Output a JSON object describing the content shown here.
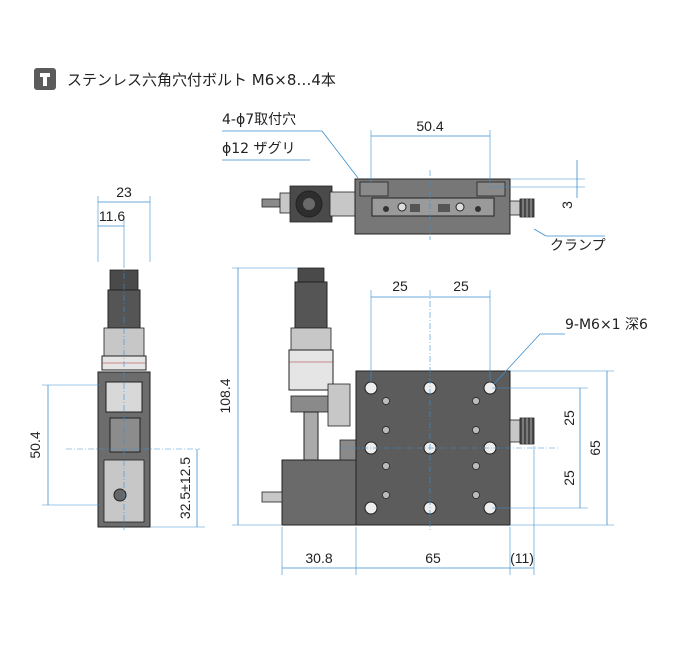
{
  "header": {
    "icon": "hex-bolt-icon",
    "note": "ステンレス六角穴付ボルト M6×8…4本"
  },
  "callouts": {
    "mount_holes": "4-ϕ7取付穴",
    "counterbore": "ϕ12 ザグリ",
    "clamp": "クランプ",
    "tapped_holes": "9-M6×1 深6"
  },
  "dimensions": {
    "top_width": "50.4",
    "top_offset": "3",
    "side_width": "23",
    "side_offset": "11.6",
    "side_height": "50.4",
    "travel": "32.5±12.5",
    "front_height": "108.4",
    "pitch_x1": "25",
    "pitch_x2": "25",
    "pitch_y1": "25",
    "pitch_y2": "25",
    "table_height": "65",
    "base_left": "30.8",
    "base_width": "65",
    "base_right": "(11)"
  },
  "colors": {
    "dimension_line": "#3a8fd0",
    "body_dark": "#4a4a4a",
    "plate": "#5c5c5c"
  }
}
